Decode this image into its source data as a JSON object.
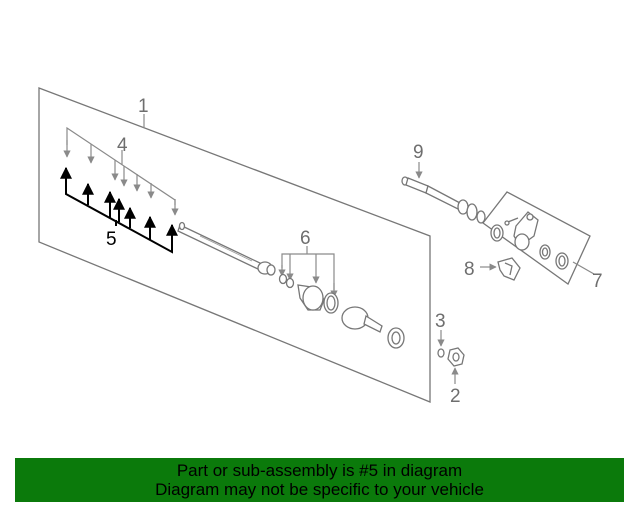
{
  "callouts": {
    "c1": "1",
    "c2": "2",
    "c3": "3",
    "c4": "4",
    "c5": "5",
    "c6": "6",
    "c7": "7",
    "c8": "8",
    "c9": "9"
  },
  "banner": {
    "line1": "Part or sub-assembly is #5 in diagram",
    "line2": "Diagram may not be specific to your vehicle"
  },
  "colors": {
    "banner_bg": "#0b7a0b",
    "line_gray": "#777777",
    "highlight": "#000000"
  }
}
